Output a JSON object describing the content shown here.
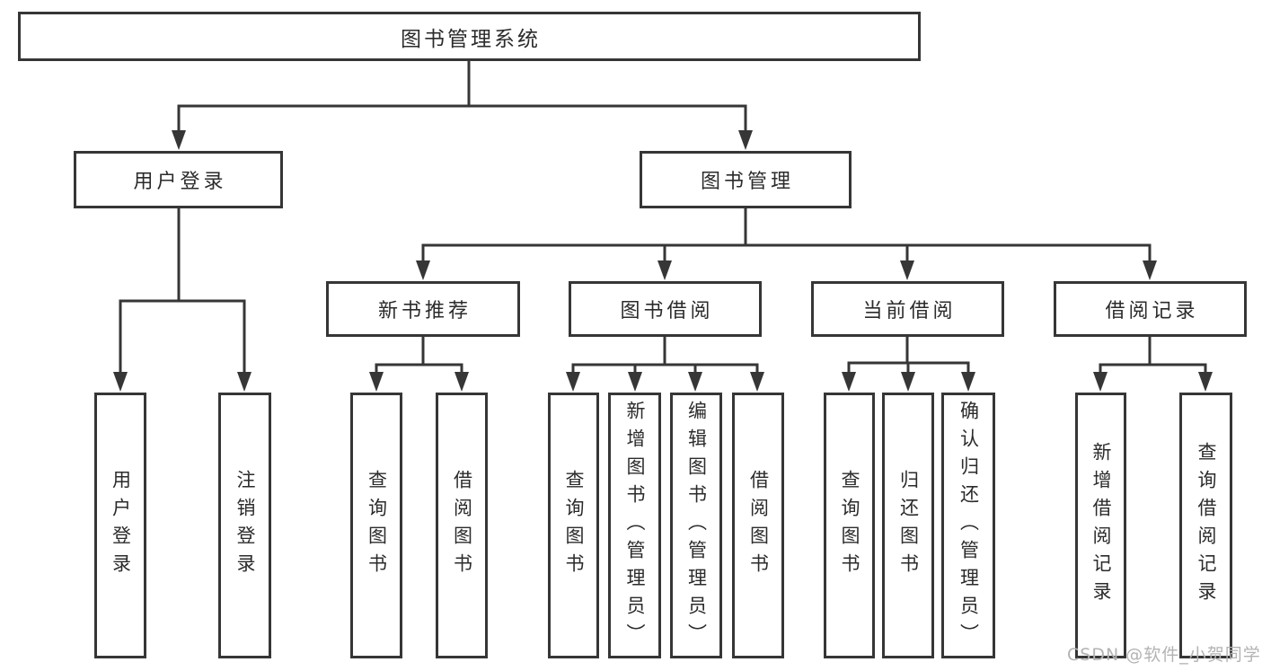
{
  "diagram": {
    "tree": {
      "label": "图书管理系统",
      "children": [
        {
          "label": "用户登录",
          "children": [
            {
              "label": "用户登录"
            },
            {
              "label": "注销登录"
            }
          ]
        },
        {
          "label": "图书管理",
          "children": [
            {
              "label": "新书推荐",
              "children": [
                {
                  "label": "查询图书"
                },
                {
                  "label": "借阅图书"
                }
              ]
            },
            {
              "label": "图书借阅",
              "children": [
                {
                  "label": "查询图书"
                },
                {
                  "label": "新增图书（管理员）"
                },
                {
                  "label": "编辑图书（管理员）"
                },
                {
                  "label": "借阅图书"
                }
              ]
            },
            {
              "label": "当前借阅",
              "children": [
                {
                  "label": "查询图书"
                },
                {
                  "label": "归还图书"
                },
                {
                  "label": "确认归还（管理员）"
                }
              ]
            },
            {
              "label": "借阅记录",
              "children": [
                {
                  "label": "新增借阅记录"
                },
                {
                  "label": "查询借阅记录"
                }
              ]
            }
          ]
        }
      ]
    },
    "colors": {
      "line": "#363636",
      "text": "#2b2b2b",
      "background": "#ffffff"
    }
  },
  "watermark": {
    "text": "CSDN @软件_小贺同学",
    "color": "#b3b3b3"
  }
}
